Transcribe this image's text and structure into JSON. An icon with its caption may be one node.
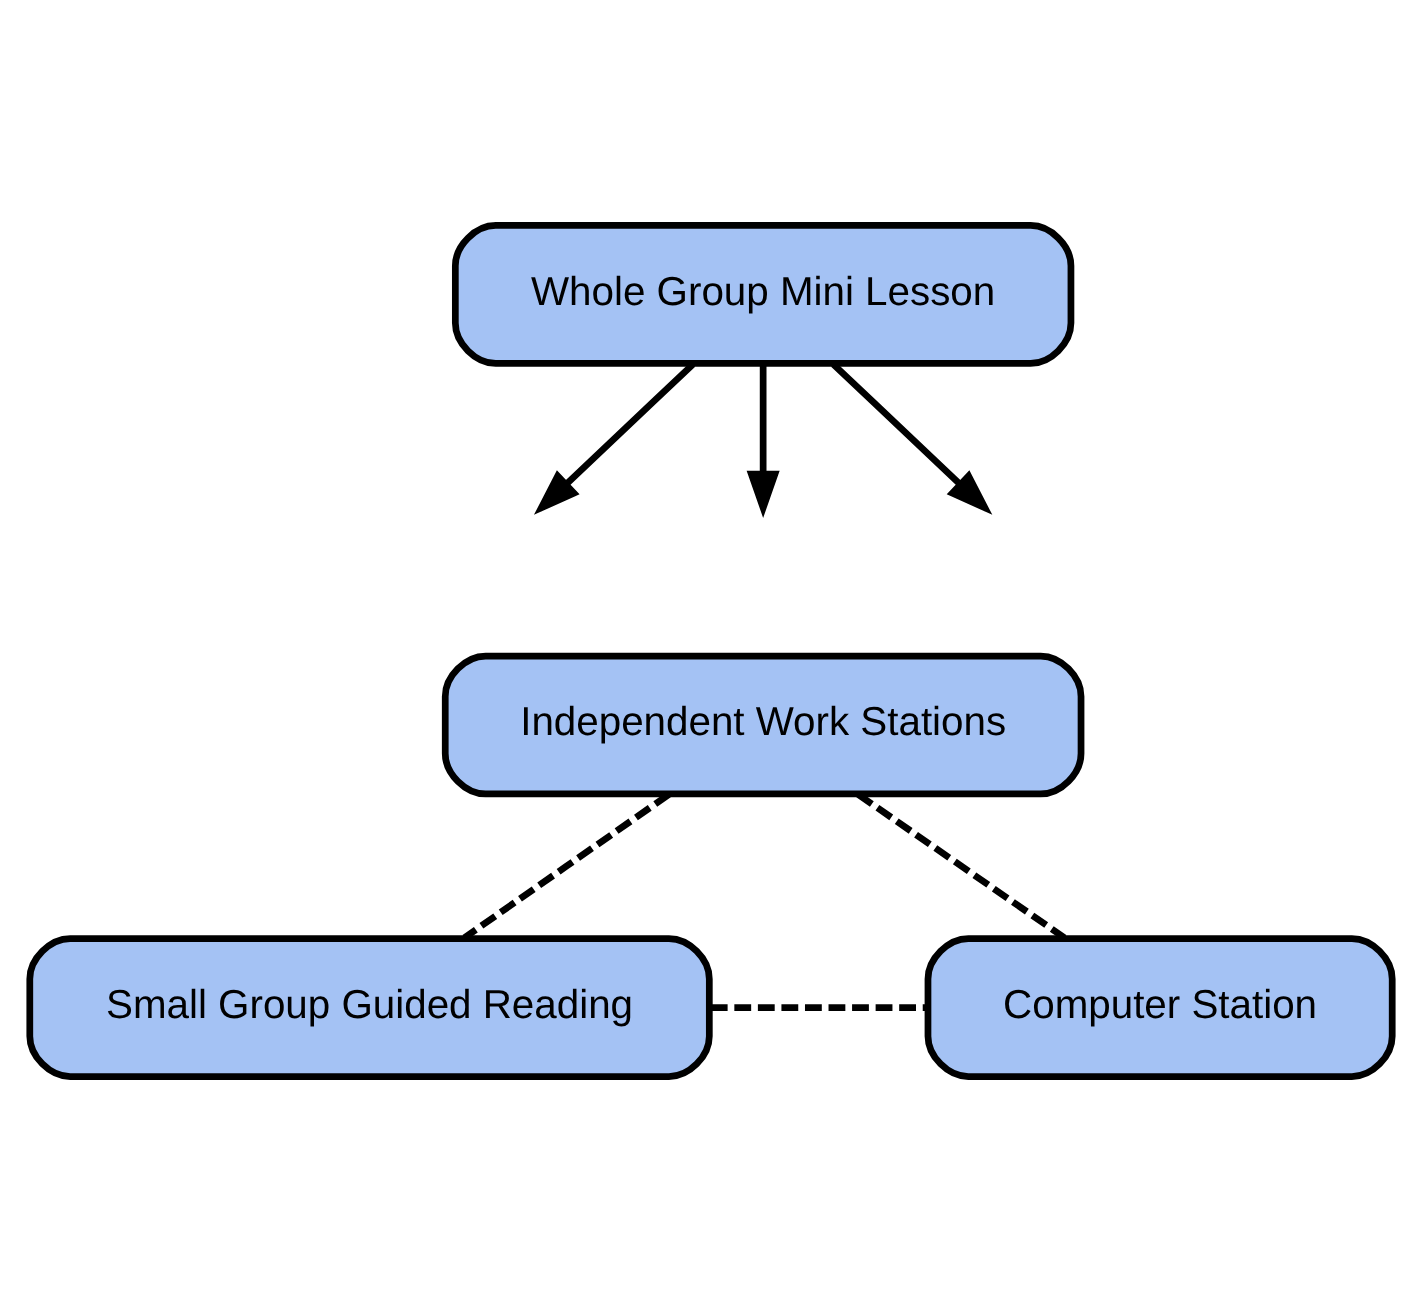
{
  "diagram": {
    "nodes": [
      {
        "text": [
          "Whole Group Mini Lesson"
        ]
      },
      {
        "text": [
          "Independent Work Stations"
        ]
      },
      {
        "text": [
          "Small Group Guided Reading"
        ]
      },
      {
        "text": [
          "Computer Station"
        ]
      }
    ],
    "edges": [
      {
        "from": 0,
        "to": null,
        "arrow": "to"
      },
      {
        "from": 0,
        "to": null,
        "arrow": "to"
      },
      {
        "from": 0,
        "to": null,
        "arrow": "to"
      },
      {
        "from": 1,
        "to": 2,
        "arrow": "none",
        "style": "dashed"
      },
      {
        "from": 1,
        "to": 3,
        "arrow": "none",
        "style": "dashed"
      },
      {
        "from": 2,
        "to": 3,
        "arrow": "none",
        "style": "dashed"
      }
    ]
  }
}
